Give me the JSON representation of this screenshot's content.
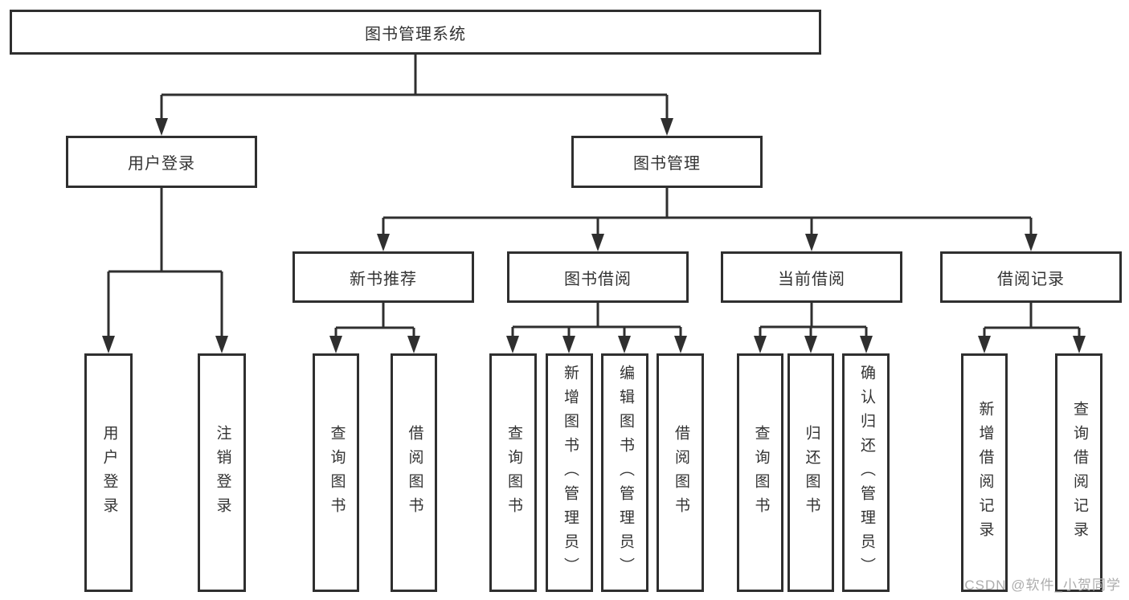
{
  "colors": {
    "line": "#2f2f2f",
    "box_border": "#2f2f2f",
    "box_background": "#ffffff",
    "text": "#333333",
    "watermark_text": "#adadad"
  },
  "watermark": "CSDN @软件_小贺同学",
  "tree": {
    "label": "图书管理系统",
    "children": [
      {
        "label": "用户登录",
        "children": [
          {
            "label": "用户登录"
          },
          {
            "label": "注销登录"
          }
        ]
      },
      {
        "label": "图书管理",
        "children": [
          {
            "label": "新书推荐",
            "children": [
              {
                "label": "查询图书"
              },
              {
                "label": "借阅图书"
              }
            ]
          },
          {
            "label": "图书借阅",
            "children": [
              {
                "label": "查询图书"
              },
              {
                "label": "新增图书（管理员）"
              },
              {
                "label": "编辑图书（管理员）"
              },
              {
                "label": "借阅图书"
              }
            ]
          },
          {
            "label": "当前借阅",
            "children": [
              {
                "label": "查询图书"
              },
              {
                "label": "归还图书"
              },
              {
                "label": "确认归还（管理员）"
              }
            ]
          },
          {
            "label": "借阅记录",
            "children": [
              {
                "label": "新增借阅记录"
              },
              {
                "label": "查询借阅记录"
              }
            ]
          }
        ]
      }
    ]
  }
}
